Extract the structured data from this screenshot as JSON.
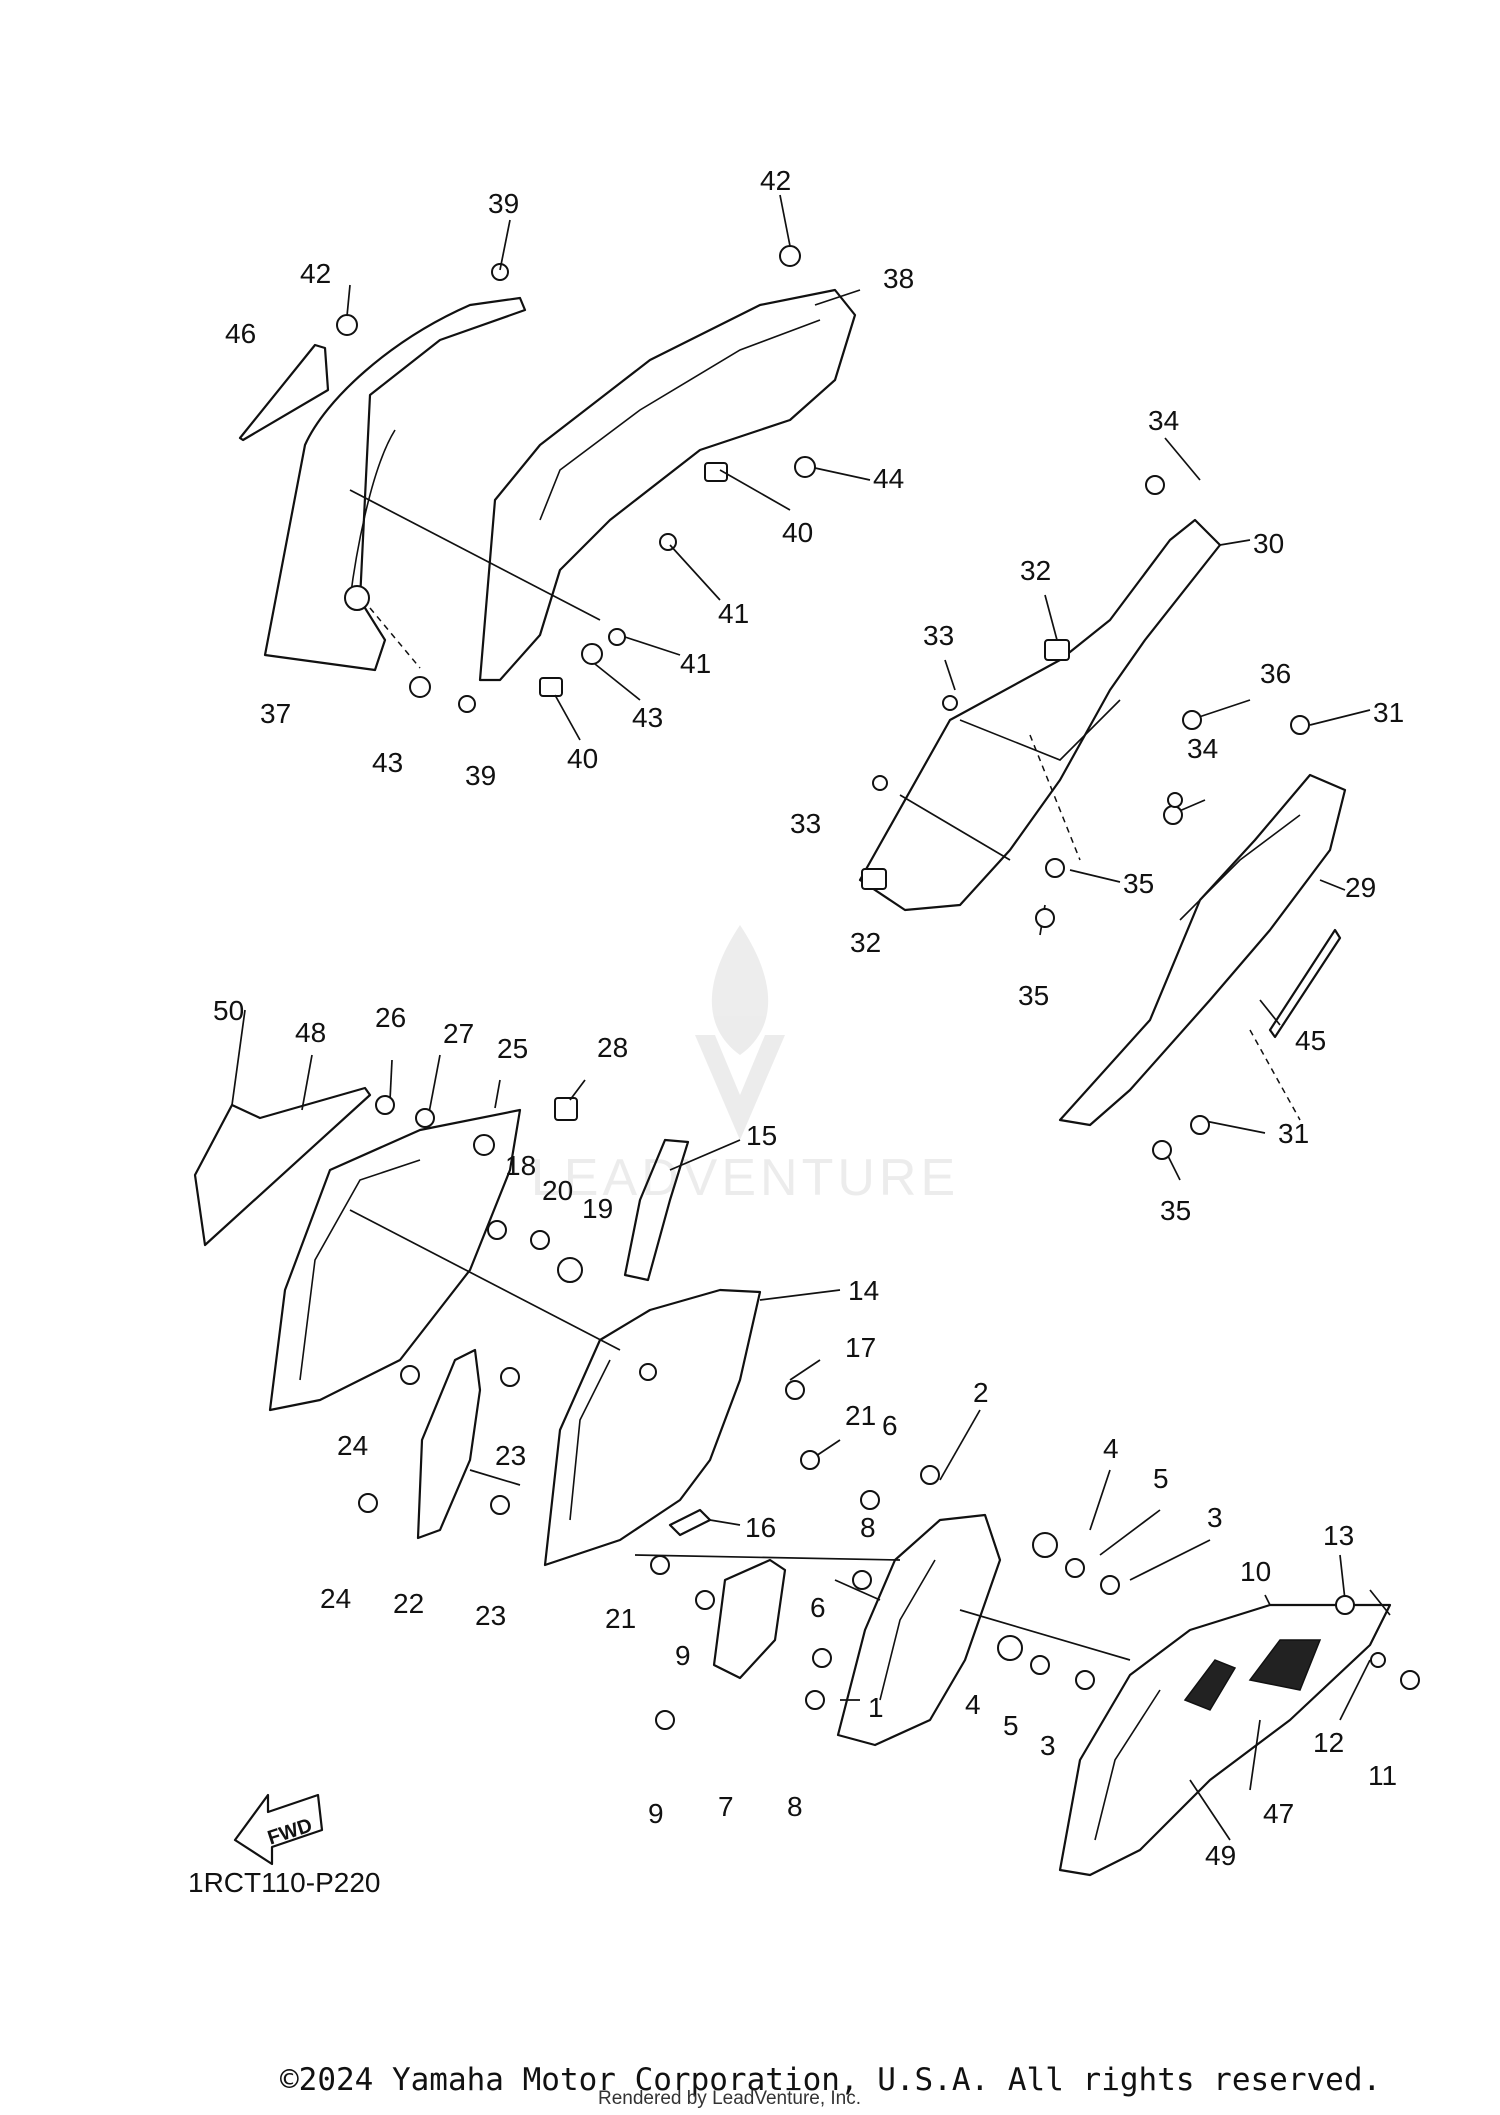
{
  "diagram": {
    "code": "1RCT110-P220",
    "fwd_label": "FWD",
    "watermark": "LEADVENTURE",
    "callouts": [
      "1",
      "2",
      "3",
      "3",
      "4",
      "4",
      "5",
      "5",
      "6",
      "6",
      "7",
      "8",
      "8",
      "9",
      "9",
      "10",
      "11",
      "12",
      "13",
      "14",
      "15",
      "16",
      "17",
      "18",
      "19",
      "20",
      "21",
      "21",
      "22",
      "23",
      "23",
      "24",
      "24",
      "25",
      "26",
      "27",
      "28",
      "29",
      "30",
      "31",
      "31",
      "32",
      "32",
      "33",
      "33",
      "34",
      "34",
      "35",
      "35",
      "35",
      "36",
      "37",
      "38",
      "39",
      "39",
      "40",
      "40",
      "41",
      "41",
      "42",
      "42",
      "43",
      "43",
      "44",
      "45",
      "46",
      "47",
      "48",
      "49",
      "50"
    ]
  },
  "footer": {
    "copyright": "©2024 Yamaha Motor Corporation, U.S.A. All rights reserved.",
    "rendered_by": "Rendered by LeadVenture, Inc."
  }
}
